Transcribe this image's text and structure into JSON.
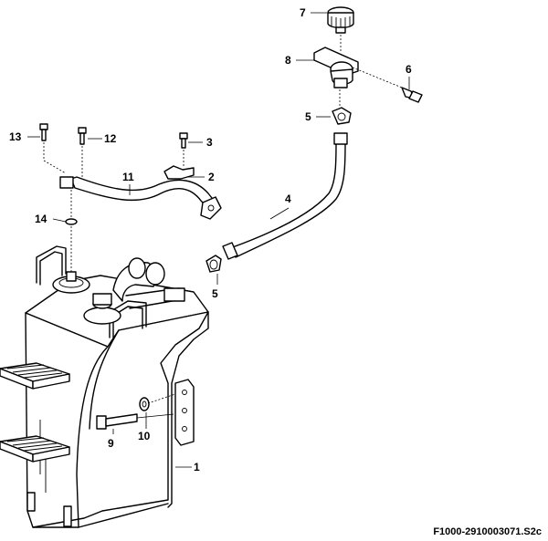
{
  "callouts": {
    "c1": "1",
    "c2": "2",
    "c3": "3",
    "c4": "4",
    "c5a": "5",
    "c5b": "5",
    "c6": "6",
    "c7": "7",
    "c8": "8",
    "c9": "9",
    "c10": "10",
    "c11": "11",
    "c12": "12",
    "c13": "13",
    "c14": "14"
  },
  "reference": "F1000-2910003071.S2c"
}
